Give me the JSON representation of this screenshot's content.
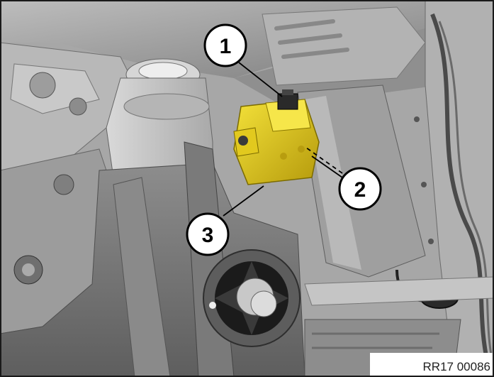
{
  "illustration": {
    "callouts": [
      {
        "label": "1"
      },
      {
        "label": "2"
      },
      {
        "label": "3"
      }
    ],
    "reference_code": "RR17 00086",
    "highlight_color": "#e9d21a",
    "base_color": "#9a9a9a"
  }
}
